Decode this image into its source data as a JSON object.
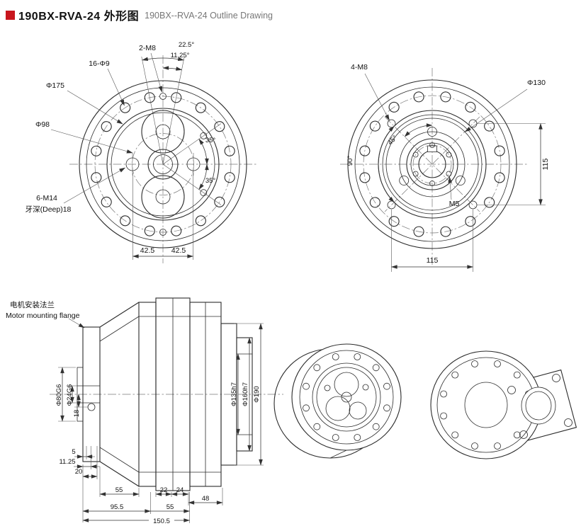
{
  "header": {
    "title_cn": "190BX-RVA-24 外形图",
    "title_en": "190BX--RVA-24 Outline Drawing"
  },
  "front_view": {
    "labels": {
      "holes_2m8": "2-M8",
      "angle_22_5": "22.5°",
      "angle_11_25": "11.25°",
      "holes_16_d9": "16-Φ9",
      "dia_175": "Φ175",
      "dia_98": "Φ98",
      "angle_35_a": "35°",
      "angle_35_b": "35°",
      "holes_6_m14": "6-M14",
      "thread_depth": "牙深(Deep)18",
      "dim_42_5_l": "42.5",
      "dim_42_5_r": "42.5"
    }
  },
  "rear_view": {
    "labels": {
      "holes_4m8": "4-M8",
      "dia_130": "Φ130",
      "angle_45": "45°",
      "angle_90": "90°",
      "dim_115_v": "115",
      "thread_m5": "M5",
      "dim_115_h": "115"
    }
  },
  "side_view": {
    "labels": {
      "flange_cn": "电机安装法兰",
      "flange_en": "Motor mounting flange",
      "dia_80g6": "Φ80G6",
      "dia_24g6": "Φ24G6",
      "dim_18": "18",
      "dim_5": "5",
      "dim_11_25": "11.25",
      "dim_20": "20",
      "dim_55_l": "55",
      "dim_22": "22",
      "dim_24": "24",
      "dim_48": "48",
      "dim_95_5": "95.5",
      "dim_55_r": "55",
      "dim_150_5": "150.5",
      "dia_135h7": "Φ135h7",
      "dia_160h7": "Φ160h7",
      "dia_190": "Φ190"
    }
  },
  "colors": {
    "accent_red": "#c8161d",
    "line": "#2b2b2b",
    "title_gray": "#777777"
  }
}
